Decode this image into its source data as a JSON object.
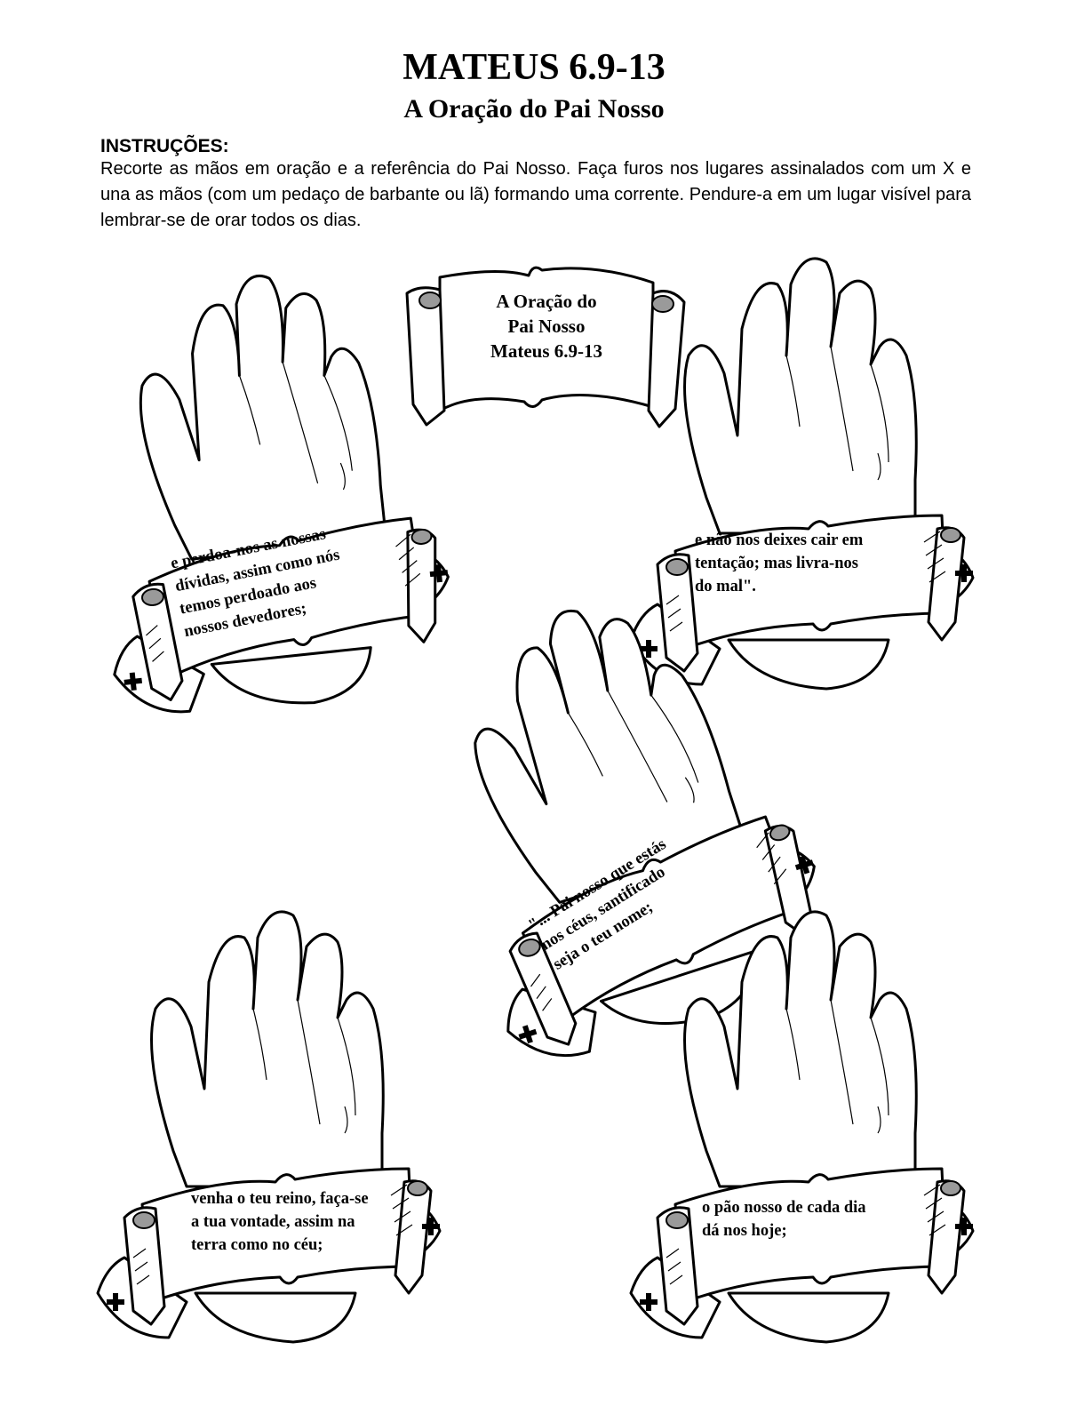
{
  "header": {
    "title": "MATEUS 6.9-13",
    "subtitle": "A Oração do Pai Nosso"
  },
  "instructions": {
    "label": "INSTRUÇÕES:",
    "text": "Recorte as mãos em oração e a referência do Pai Nosso. Faça furos nos lugares assinalados com um X e una as mãos (com um pedaço de barbante ou lã) formando uma corrente. Pendure-a em um lugar visível para lembrar-se de orar todos os dias."
  },
  "banner": {
    "text": "A Oração do\nPai Nosso\nMateus 6.9-13"
  },
  "cards": [
    {
      "id": "top-left",
      "verse": "e perdoa-nos as nossas\ndívidas, assim como nós\ntemos perdoado aos\nnossos devedores;"
    },
    {
      "id": "top-right",
      "verse": "e não nos deixes cair em\ntentação; mas livra-nos\ndo mal\"."
    },
    {
      "id": "center",
      "verse": "\"... Pai nosso que estás\nnos céus, santificado\nseja o teu nome;"
    },
    {
      "id": "bottom-left",
      "verse": "venha o teu reino, faça-se\na tua vontade, assim na\nterra como no céu;"
    },
    {
      "id": "bottom-right",
      "verse": "o pão nosso de cada dia\ndá nos hoje;"
    }
  ],
  "icons": {
    "hole_marker": "cross-icon",
    "hands": "praying-hands-icon"
  }
}
